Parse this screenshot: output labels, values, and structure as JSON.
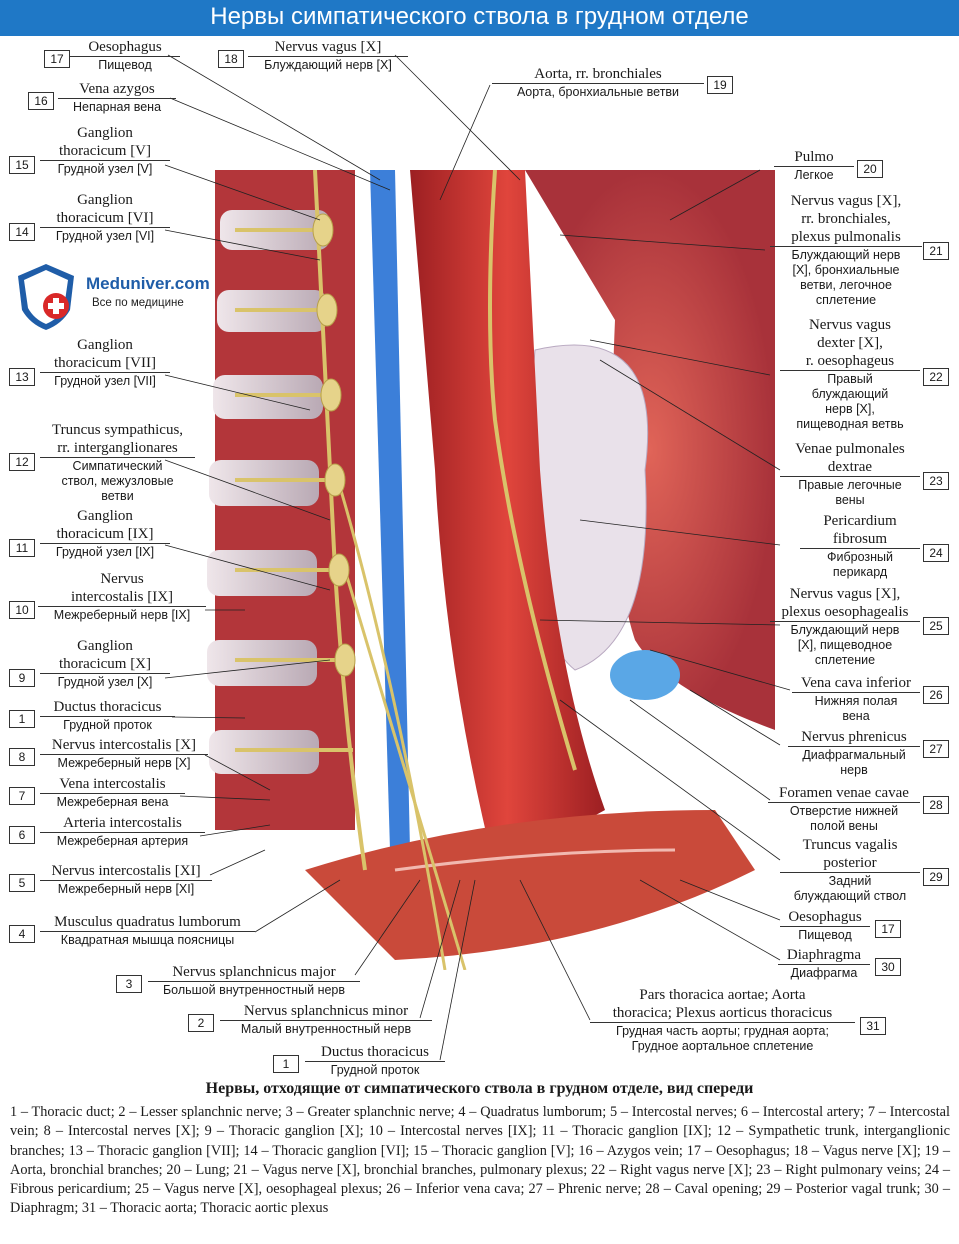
{
  "title": "Нервы симпатического ствола в грудном отделе",
  "logo": {
    "name": "Meduniver.com",
    "tagline": "Все по медицине"
  },
  "labels": {
    "l17a": {
      "num": "17",
      "lat": "Oesophagus",
      "rus": "Пищевод"
    },
    "l16": {
      "num": "16",
      "lat": "Vena azygos",
      "rus": "Непарная вена"
    },
    "l15": {
      "num": "15",
      "lat": "Ganglion\nthoracicum [V]",
      "rus": "Грудной узел [V]"
    },
    "l14": {
      "num": "14",
      "lat": "Ganglion\nthoracicum [VI]",
      "rus": "Грудной узел [VI]"
    },
    "l13": {
      "num": "13",
      "lat": "Ganglion\nthoracicum [VII]",
      "rus": "Грудной узел [VII]"
    },
    "l12": {
      "num": "12",
      "lat": "Truncus sympathicus,\nrr. interganglionares",
      "rus": "Симпатический\nствол, межузловые\nветви"
    },
    "l11": {
      "num": "11",
      "lat": "Ganglion\nthoracicum [IX]",
      "rus": "Грудной узел [IX]"
    },
    "l10": {
      "num": "10",
      "lat": "Nervus\nintercostalis [IX]",
      "rus": "Межреберный нерв [IX]"
    },
    "l9": {
      "num": "9",
      "lat": "Ganglion\nthoracicum [X]",
      "rus": "Грудной узел [X]"
    },
    "l1a": {
      "num": "1",
      "lat": "Ductus thoracicus",
      "rus": "Грудной проток"
    },
    "l8": {
      "num": "8",
      "lat": "Nervus intercostalis [X]",
      "rus": "Межреберный нерв [X]"
    },
    "l7": {
      "num": "7",
      "lat": "Vena intercostalis",
      "rus": "Межреберная вена"
    },
    "l6": {
      "num": "6",
      "lat": "Arteria intercostalis",
      "rus": "Межреберная артерия"
    },
    "l5": {
      "num": "5",
      "lat": "Nervus intercostalis [XI]",
      "rus": "Межреберный нерв [XI]"
    },
    "l4": {
      "num": "4",
      "lat": "Musculus quadratus lumborum",
      "rus": "Квадратная мышца поясницы"
    },
    "l3": {
      "num": "3",
      "lat": "Nervus splanchnicus major",
      "rus": "Большой внутренностный нерв"
    },
    "l2": {
      "num": "2",
      "lat": "Nervus splanchnicus minor",
      "rus": "Малый внутренностный нерв"
    },
    "l1b": {
      "num": "1",
      "lat": "Ductus thoracicus",
      "rus": "Грудной проток"
    },
    "l18": {
      "num": "18",
      "lat": "Nervus vagus [X]",
      "rus": "Блуждающий нерв [X]"
    },
    "l19": {
      "num": "19",
      "lat": "Aorta, rr. bronchiales",
      "rus": "Аорта, бронхиальные ветви"
    },
    "l20": {
      "num": "20",
      "lat": "Pulmo",
      "rus": "Легкое"
    },
    "l21": {
      "num": "21",
      "lat": "Nervus vagus [X],\nrr. bronchiales,\nplexus pulmonalis",
      "rus": "Блуждающий нерв\n[X], бронхиальные\nветви, легочное\nсплетение"
    },
    "l22": {
      "num": "22",
      "lat": "Nervus vagus\ndexter [X],\nr. oesophageus",
      "rus": "Правый\nблуждающий\nнерв [X],\nпищеводная ветвь"
    },
    "l23": {
      "num": "23",
      "lat": "Venae pulmonales\ndextrae",
      "rus": "Правые легочные\nвены"
    },
    "l24": {
      "num": "24",
      "lat": "Pericardium\nfibrosum",
      "rus": "Фиброзный\nперикард"
    },
    "l25": {
      "num": "25",
      "lat": "Nervus vagus [X],\nplexus oesophagealis",
      "rus": "Блуждающий нерв\n[X], пищеводное\nсплетение"
    },
    "l26": {
      "num": "26",
      "lat": "Vena cava inferior",
      "rus": "Нижняя полая\nвена"
    },
    "l27": {
      "num": "27",
      "lat": "Nervus phrenicus",
      "rus": "Диафрагмальный\nнерв"
    },
    "l28": {
      "num": "28",
      "lat": "Foramen venae cavae",
      "rus": "Отверстие нижней\nполой вены"
    },
    "l29": {
      "num": "29",
      "lat": "Truncus vagalis\nposterior",
      "rus": "Задний\nблуждающий ствол"
    },
    "l17b": {
      "num": "17",
      "lat": "Oesophagus",
      "rus": "Пищевод"
    },
    "l30": {
      "num": "30",
      "lat": "Diaphragma",
      "rus": "Диафрагма"
    },
    "l31": {
      "num": "31",
      "lat": "Pars thoracica aortae; Aorta\nthoracica; Plexus aorticus thoracicus",
      "rus": "Грудная часть аорты; грудная аорта;\nГрудное аортальное сплетение"
    }
  },
  "caption": {
    "title": "Нервы, отходящие от симпатического ствола в грудном отделе, вид спереди",
    "body": "1 – Thoracic duct; 2 – Lesser splanchnic nerve; 3 – Greater splanchnic nerve; 4 – Quadratus lumborum; 5 – Intercostal nerves; 6 – Intercostal artery; 7 – Intercostal vein; 8 – Intercostal nerves [X]; 9 – Thoracic ganglion [X]; 10 – Intercostal nerves [IX]; 11 – Thoracic ganglion [IX]; 12 – Sympathetic trunk, interganglionic branches; 13 – Thoracic ganglion [VII]; 14 – Thoracic ganglion [VI]; 15 – Thoracic ganglion [V]; 16 – Azygos vein; 17 – Oesophagus; 18 – Vagus nerve [X]; 19 – Aorta, bronchial branches; 20 – Lung; 21 – Vagus nerve [X], bronchial branches, pulmonary plexus; 22 – Right vagus nerve [X]; 23 – Right pulmonary veins; 24 – Fibrous pericardium; 25 – Vagus nerve [X], oesophageal plexus; 26 – Inferior vena cava; 27 – Phrenic nerve; 28 – Caval opening; 29 – Posterior vagal trunk; 30 – Diaphragm; 31 – Thoracic aorta; Thoracic aortic plexus"
  },
  "colors": {
    "header": "#1f78c6",
    "nerve": "#d9c36a",
    "aorta": "#c8281e",
    "vein": "#2f6fd0",
    "lung": "#c0504d"
  }
}
